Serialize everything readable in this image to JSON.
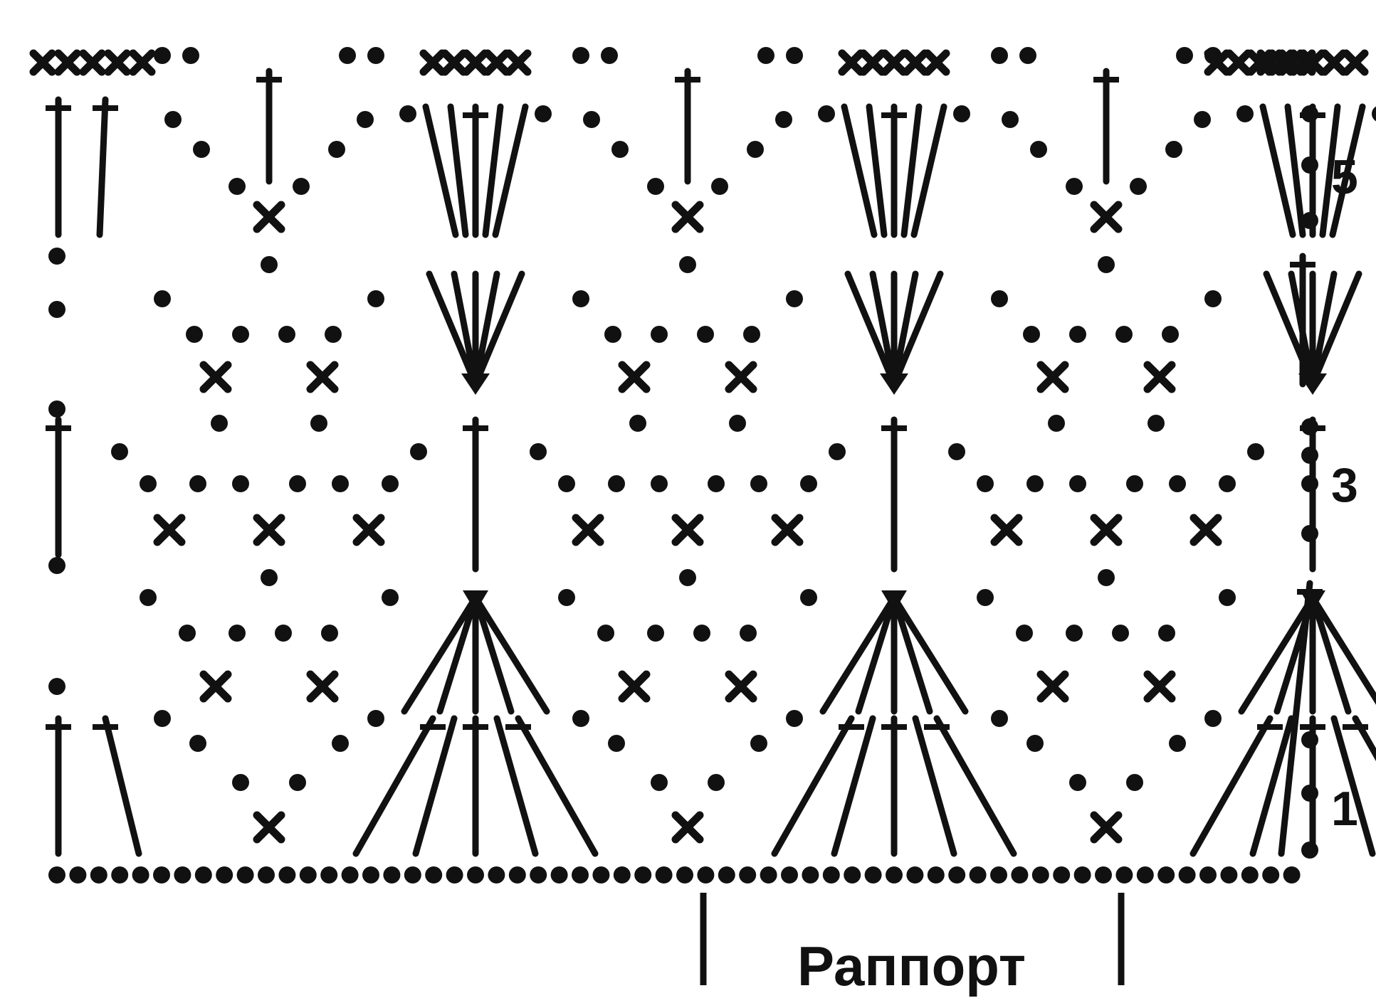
{
  "diagram": {
    "kind": "crochet-chart",
    "ink_color": "#111111",
    "background": "#ffffff",
    "row_numbers": [
      "1",
      "3",
      "5"
    ],
    "repeat_label": "Раппорт",
    "symbols": {
      "chain": "dot",
      "single_crochet": "x-cross",
      "double_crochet": "t-post",
      "cluster": "fan-of-posts"
    }
  }
}
